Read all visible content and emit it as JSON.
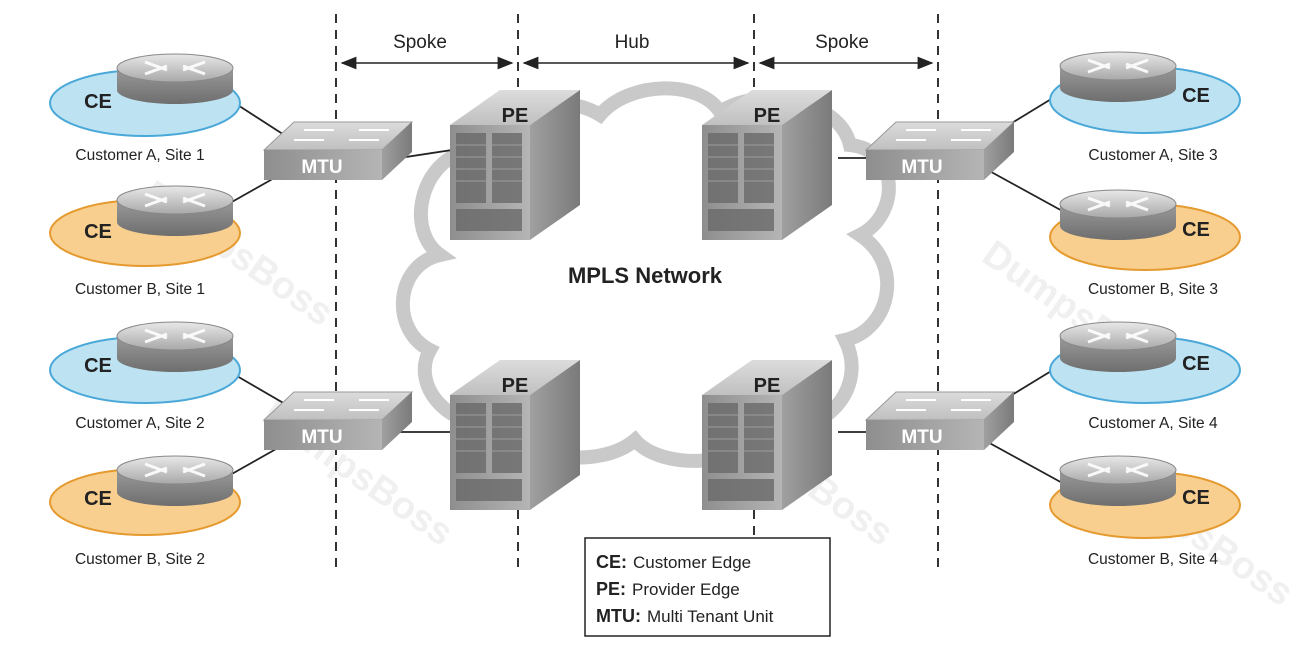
{
  "zones": {
    "left_spoke": "Spoke",
    "hub": "Hub",
    "right_spoke": "Spoke"
  },
  "network_label": "MPLS Network",
  "device_labels": {
    "ce": "CE",
    "pe": "PE",
    "mtu": "MTU"
  },
  "sites": {
    "a1": "Customer A, Site 1",
    "b1": "Customer B, Site 1",
    "a2": "Customer A, Site 2",
    "b2": "Customer B, Site 2",
    "a3": "Customer A, Site 3",
    "b3": "Customer B, Site 3",
    "a4": "Customer A, Site 4",
    "b4": "Customer B, Site 4"
  },
  "legend": [
    {
      "abbr": "CE:",
      "text": "Customer Edge"
    },
    {
      "abbr": "PE:",
      "text": "Provider Edge"
    },
    {
      "abbr": "MTU:",
      "text": "Multi Tenant Unit"
    }
  ],
  "watermark": "DumpsBoss",
  "colors": {
    "customer_a": "#bde3f3",
    "customer_a_stroke": "#4aa8d8",
    "customer_b": "#f8cf8f",
    "customer_b_stroke": "#e59a2f",
    "cloud": "#ffffff",
    "cloud_stroke": "#c8c8c8",
    "device": "#9a9a9a"
  }
}
